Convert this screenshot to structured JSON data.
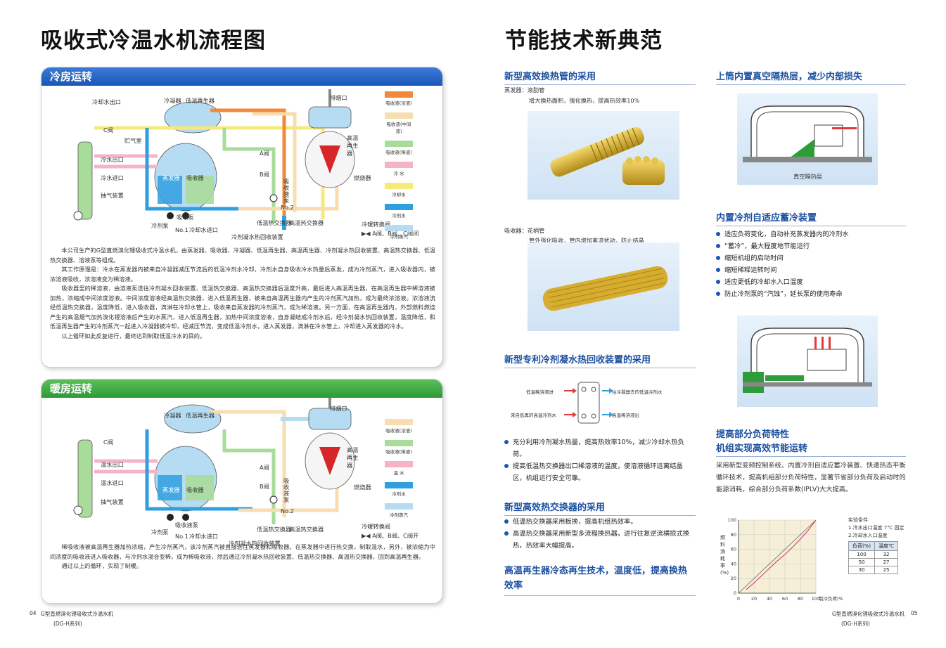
{
  "left_title": "吸收式冷温水机流程图",
  "right_title": "节能技术新典范",
  "cooling": {
    "header": "冷房运转",
    "labels": {
      "cooling_water_out": "冷却水出口",
      "c_valve": "C阀",
      "purge_chamber": "贮气室",
      "chilled_out": "冷水出口",
      "chilled_in": "冷水进口",
      "purge_device": "抽气装置",
      "condenser": "冷凝器",
      "low_regen": "低温再生器",
      "evaporator": "蒸发器",
      "absorber": "吸收器",
      "refrigerant_pump": "冷剂泵",
      "solution_pump": "吸收泵",
      "solution_pump_sub": "No.1",
      "cooling_water_in": "冷却水进口",
      "condensate_hx": "冷剂凝水热回收装置",
      "low_hx": "低温热交换器",
      "high_hx": "高温热交换器",
      "solution_pump2": "吸收液泵",
      "solution_pump2_sub": "No.2",
      "a_valve": "A阀",
      "b_valve": "B阀",
      "exhaust": "排烟口",
      "high_regen": "高温再生器",
      "burner": "燃烧器",
      "switch_valve": "冷暖转换阀",
      "switch_desc": "▶◀ A阀、B阀、C阀闭"
    },
    "legend": [
      {
        "label": "吸收液(浓液)",
        "color": "#f08a3a"
      },
      {
        "label": "吸收液(中间液)",
        "color": "#f7ddb0"
      },
      {
        "label": "吸收液(稀液)",
        "color": "#a9dc9a"
      },
      {
        "label": "冷 水",
        "color": "#f6b3c4"
      },
      {
        "label": "冷却水",
        "color": "#f5ea7a"
      },
      {
        "label": "冷剂水",
        "color": "#2f9fe0"
      },
      {
        "label": "冷剂蒸汽",
        "color": "#b5dcf2"
      }
    ],
    "paragraphs": [
      "本公司生产的G型直燃溴化锂吸收式冷温水机，由蒸发器、吸收器、冷凝器、低温再生器、高温再生器、冷剂凝水热回收装置、高温热交换器、低温热交换器、溶液泵等组成。",
      "其工作原理是：冷水在蒸发器内被来自冷凝器减压节流后的低温冷剂水冷却，冷剂水自身吸收冷水热量后蒸发，成为冷剂蒸汽，进入吸收器内，被浓溶液吸收，浓溶液变为稀溶液。",
      "吸收器里的稀溶液，由溶液泵送往冷剂凝水回收装置、低温热交换器、高温热交换器后温度升高，最后进入高温再生器，在高温再生器中稀溶液被加热，浓缩成中间浓度溶液。中间浓度溶液经高温热交换器，进入低温再生器，被来自高温再生器内产生的冷剂蒸汽加热，成为最终浓溶液。浓溶液流经低温热交换器，温度降低，进入吸收器，滴淋在冷却水管上，吸收来自蒸发器的冷剂蒸汽，成为稀溶液。另一方面，在高温再生器内，外部燃料燃烧产生的高温烟气加热溴化锂溶液后产生的水蒸汽，进入低温再生器，加热中间浓度溶液，自身凝结成冷剂水后，经冷剂凝水热回收装置，温度降低，和低温再生器产生的冷剂蒸汽一起进入冷凝器被冷却，经减压节流，变成低温冷剂水，进入蒸发器，滴淋在冷水管上，冷却进入蒸发器的冷水。",
      "以上循环如此反复进行，最终达到制取低温冷水的目的。"
    ]
  },
  "heating": {
    "header": "暖房运转",
    "labels": {
      "c_valve": "C阀",
      "hot_out": "温水出口",
      "hot_in": "温水进口",
      "purge_device": "抽气装置",
      "condenser": "冷凝器",
      "low_regen": "低温再生器",
      "evaporator": "蒸发器",
      "absorber": "吸收器",
      "refrigerant_pump": "冷剂泵",
      "solution_pump": "吸收液泵",
      "solution_pump_sub": "No.1",
      "cooling_water_in": "冷却水进口",
      "condensate_hx": "冷剂凝水热回收装置",
      "low_hx": "低温热交换器",
      "high_hx": "高温热交换器",
      "solution_pump2": "吸收液泵",
      "solution_pump2_sub": "No.2",
      "a_valve": "A阀",
      "b_valve": "B阀",
      "exhaust": "排烟口",
      "high_regen": "高温再生器",
      "burner": "燃烧器",
      "switch_valve": "冷暖转换阀",
      "switch_desc": "▶◀ A阀、B阀、C阀开"
    },
    "legend": [
      {
        "label": "吸收液(浓液)",
        "color": "#f7ddb0"
      },
      {
        "label": "吸收液(稀液)",
        "color": "#a9dc9a"
      },
      {
        "label": "温 水",
        "color": "#f6b3c4"
      },
      {
        "label": "冷剂水",
        "color": "#2f9fe0"
      },
      {
        "label": "冷剂蒸汽",
        "color": "#b5dcf2"
      }
    ],
    "paragraphs": [
      "稀吸收液被高温再生器加热浓缩，产生冷剂蒸汽，该冷剂蒸汽被直接送往蒸发器和吸收器。在蒸发器中进行热交换，制取温水，另外，被浓缩为中间浓度的吸收液进入吸收器，与冷剂水混合变稀，成为稀吸收液，然后通过冷剂凝水热回收装置、低温热交换器、高温热交换器，回到高温再生器。",
      "通过以上的循环，实现了制暖。"
    ]
  },
  "tube": {
    "heading": "新型高效换热管的采用",
    "evap_line1": "蒸发器：滚肋管",
    "evap_line2": "增大换热面积，强化换热，提高热效率10%",
    "abs_line1": "吸收器：花柄管",
    "abs_line2": "管外强化吸收，管内增加紊流扰动，防止结晶"
  },
  "recovery": {
    "heading": "新型专利冷剂凝水热回收装置的采用",
    "d_in1": "低温稀溶液进",
    "d_out1": "往冷凝器去的低温冷剂水",
    "d_in2": "来自低再的高温冷剂水",
    "d_out2": "高温稀溶液出",
    "bullets": [
      "充分利用冷剂凝水热量，提高热效率10%，减少冷却水热负荷。",
      "提高低温热交换器出口稀溶液的温度，使溶液循环远离结晶区，机组运行安全可靠。"
    ]
  },
  "hx": {
    "heading": "新型高效热交换器的采用",
    "bullets": [
      "低温热交换器采用板换，提高机组热效率。",
      "高温热交换器采用新型多流程换热器，进行往复逆流横掠式换热，热效率大幅提高。"
    ]
  },
  "regen": {
    "heading": "高温再生器冷态再生技术，温度低，提高换热效率"
  },
  "vacuum": {
    "heading": "上筒内置真空隔热层，减少内部损失",
    "label": "真空隔热层"
  },
  "selfadapt": {
    "heading": "内置冷剂自适应蓄冷装置",
    "bullets": [
      "适应负荷变化，自动补充蒸发器内的冷剂水",
      "“蓄冷”，最大程度地节能运行",
      "缩短机组的启动时间",
      "缩短稀释运转时间",
      "适应更低的冷却水入口温度",
      "防止冷剂泵的“汽蚀”，延长泵的使用寿命"
    ]
  },
  "partload": {
    "heading_line1": "提高部分负荷特性",
    "heading_line2": "机组实现高效节能运转",
    "desc": "采用新型变频控制系统、内置冷剂自适应蓄冷装置、快速热态平衡循环技术，提高机组部分负荷特性，显著节省部分负荷及启动时的能源消耗，综合部分负荷系数(IPLV)大大提高。",
    "cond_title": "实验条件",
    "cond1": "1.冷水出口温度 7℃ 固定",
    "cond2": "2.冷却水入口温度",
    "table_head": [
      "负荷(%)",
      "温度℃"
    ],
    "table_rows": [
      [
        "100",
        "32"
      ],
      [
        "50",
        "27"
      ],
      [
        "30",
        "25"
      ]
    ]
  },
  "chart_data": {
    "type": "line",
    "title": "",
    "xlabel": "制冷负荷(%)",
    "ylabel": "燃料消耗率(%)",
    "xlim": [
      0,
      100
    ],
    "ylim": [
      0,
      100
    ],
    "xticks": [
      0,
      20,
      40,
      60,
      80,
      100
    ],
    "yticks": [
      0,
      20,
      40,
      60,
      80,
      100
    ],
    "series": [
      {
        "x": [
          10,
          20,
          30,
          40,
          50,
          60,
          70,
          80,
          90,
          100
        ],
        "y": [
          5,
          14,
          24,
          34,
          44,
          53,
          63,
          74,
          86,
          100
        ]
      }
    ],
    "diagonal_reference": true
  },
  "footer": {
    "left_page": "04",
    "left_model": "G型直燃溴化锂吸收式冷温水机",
    "left_series": "(DG-H系列)",
    "right_model": "G型直燃溴化锂吸收式冷温水机",
    "right_page": "05",
    "right_series": "(DG-H系列)"
  }
}
